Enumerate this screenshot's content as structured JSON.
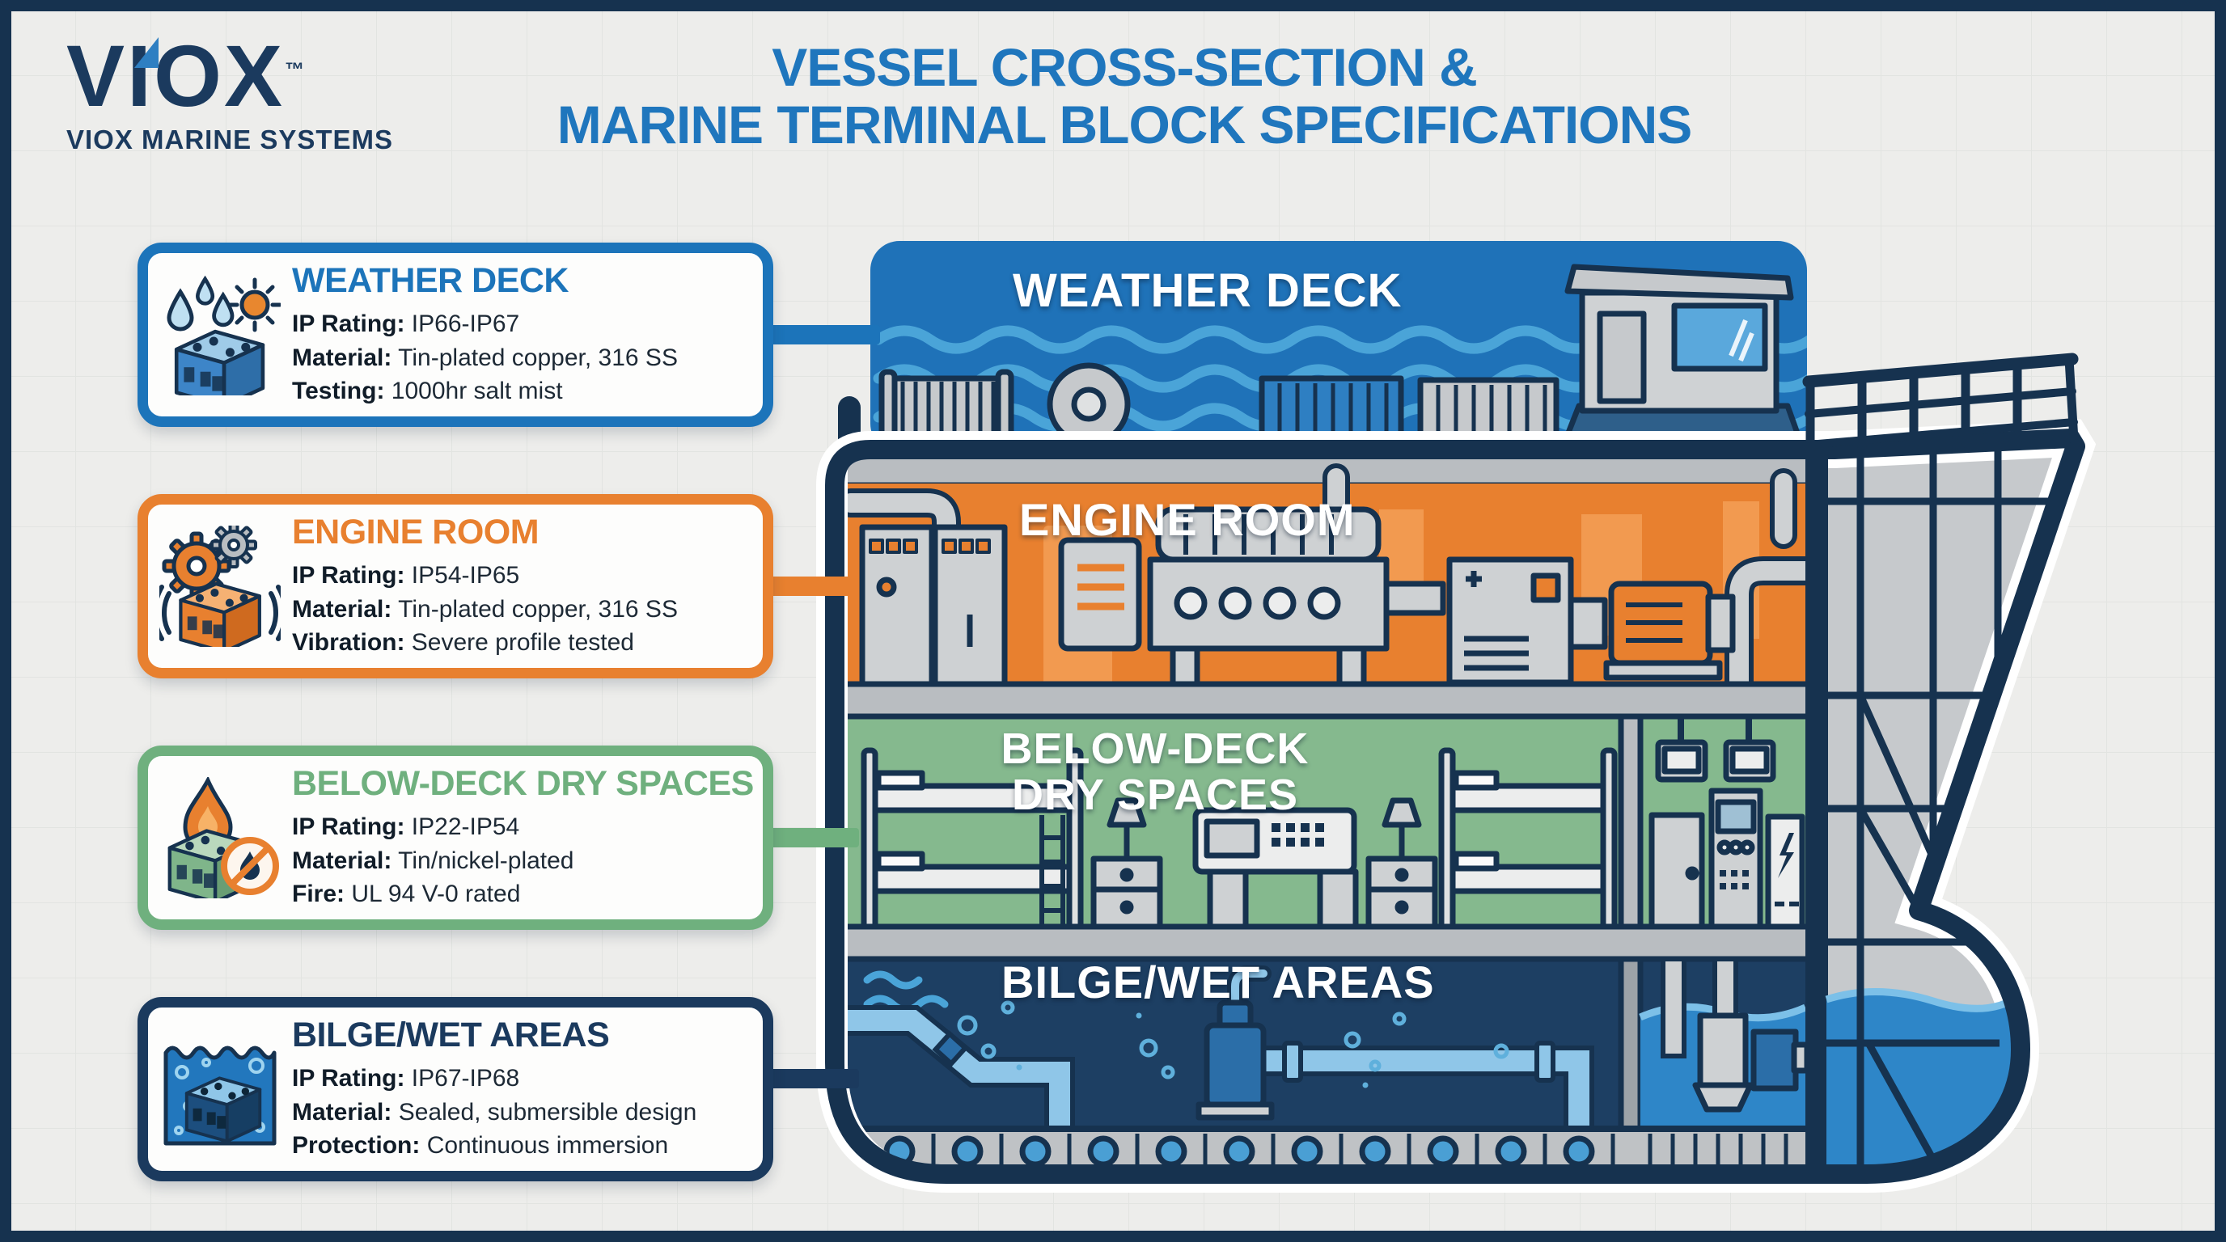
{
  "logo": {
    "name": "VIOX",
    "trademark": "™",
    "tagline": "VIOX MARINE SYSTEMS"
  },
  "title": {
    "line1": "VESSEL CROSS-SECTION &",
    "line2": "MARINE TERMINAL BLOCK SPECIFICATIONS"
  },
  "cards": [
    {
      "id": "weather-deck",
      "title": "WEATHER DECK",
      "accent": "#1c74ba",
      "icon": "rain-sun-terminal-icon",
      "specs": [
        {
          "label": "IP Rating:",
          "value": "IP66-IP67"
        },
        {
          "label": "Material:",
          "value": "Tin-plated copper, 316 SS"
        },
        {
          "label": "Testing:",
          "value": "1000hr salt mist"
        }
      ]
    },
    {
      "id": "engine-room",
      "title": "ENGINE ROOM",
      "accent": "#e8802f",
      "icon": "gears-vibration-terminal-icon",
      "specs": [
        {
          "label": "IP Rating:",
          "value": "IP54-IP65"
        },
        {
          "label": "Material:",
          "value": "Tin-plated copper, 316 SS"
        },
        {
          "label": "Vibration:",
          "value": "Severe profile tested"
        }
      ]
    },
    {
      "id": "below-deck-dry-spaces",
      "title": "BELOW-DECK DRY SPACES",
      "accent": "#6fb07e",
      "icon": "flame-no-fire-terminal-icon",
      "specs": [
        {
          "label": "IP Rating:",
          "value": "IP22-IP54"
        },
        {
          "label": "Material:",
          "value": "Tin/nickel-plated"
        },
        {
          "label": "Fire:",
          "value": "UL 94 V-0 rated"
        }
      ]
    },
    {
      "id": "bilge-wet-areas",
      "title": "BILGE/WET AREAS",
      "accent": "#1b3a5e",
      "icon": "submerged-terminal-icon",
      "specs": [
        {
          "label": "IP Rating:",
          "value": "IP67-IP68"
        },
        {
          "label": "Material:",
          "value": "Sealed, submersible design"
        },
        {
          "label": "Protection:",
          "value": "Continuous immersion"
        }
      ]
    }
  ],
  "ship": {
    "decks": [
      {
        "id": "weather-deck",
        "label": "WEATHER DECK",
        "color": "#1f72b8"
      },
      {
        "id": "engine-room",
        "label": "ENGINE ROOM",
        "color": "#e8802f"
      },
      {
        "id": "below-deck",
        "label_line1": "BELOW-DECK",
        "label_line2": "DRY SPACES",
        "color": "#85b98e"
      },
      {
        "id": "bilge",
        "label": "BILGE/WET AREAS",
        "color": "#1d3f63"
      }
    ],
    "hull_color": "#c6c9cc",
    "outline_color": "#16324f",
    "wave_color": "#4aa4d8",
    "water_color": "#2e86c8",
    "pipe_color": "#8fc6e8"
  }
}
